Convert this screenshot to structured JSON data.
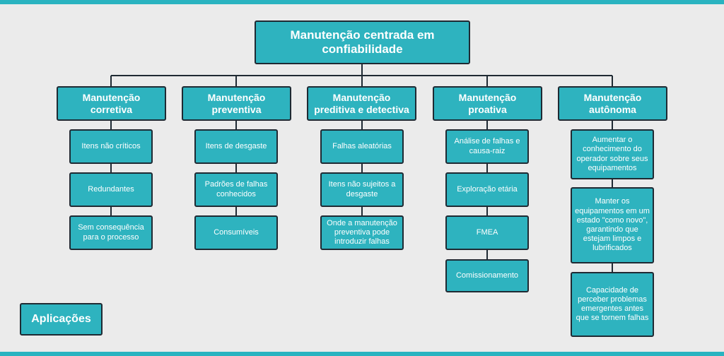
{
  "root": {
    "title": "Manutenção centrada em confiabilidade"
  },
  "categories": [
    {
      "title": "Manutenção corretiva",
      "items": [
        "Itens não críticos",
        "Redundantes",
        "Sem consequência para o processo"
      ]
    },
    {
      "title": "Manutenção preventiva",
      "items": [
        "Itens de desgaste",
        "Padrões de falhas conhecidos",
        "Consumíveis"
      ]
    },
    {
      "title": "Manutenção preditiva e detectiva",
      "items": [
        "Falhas aleatórias",
        "Itens não sujeitos a desgaste",
        "Onde a manutenção preventiva pode introduzir falhas"
      ]
    },
    {
      "title": "Manutenção proativa",
      "items": [
        "Análise de falhas e causa-raiz",
        "Exploração etária",
        "FMEA",
        "Comissionamento"
      ]
    },
    {
      "title": "Manutenção autônoma",
      "items": [
        "Aumentar o conhecimento do operador sobre seus equipamentos",
        "Manter os equipamentos em um estado \"como novo\", garantindo que estejam limpos e lubrificados",
        "Capacidade de perceber problemas emergentes antes que se tornem falhas"
      ]
    }
  ],
  "legend": {
    "label": "Aplicações"
  },
  "colors": {
    "box_fill": "#2eb3bf",
    "border": "#1f2a33",
    "accent_bar": "#2ab3c0",
    "background": "#ebebeb"
  }
}
